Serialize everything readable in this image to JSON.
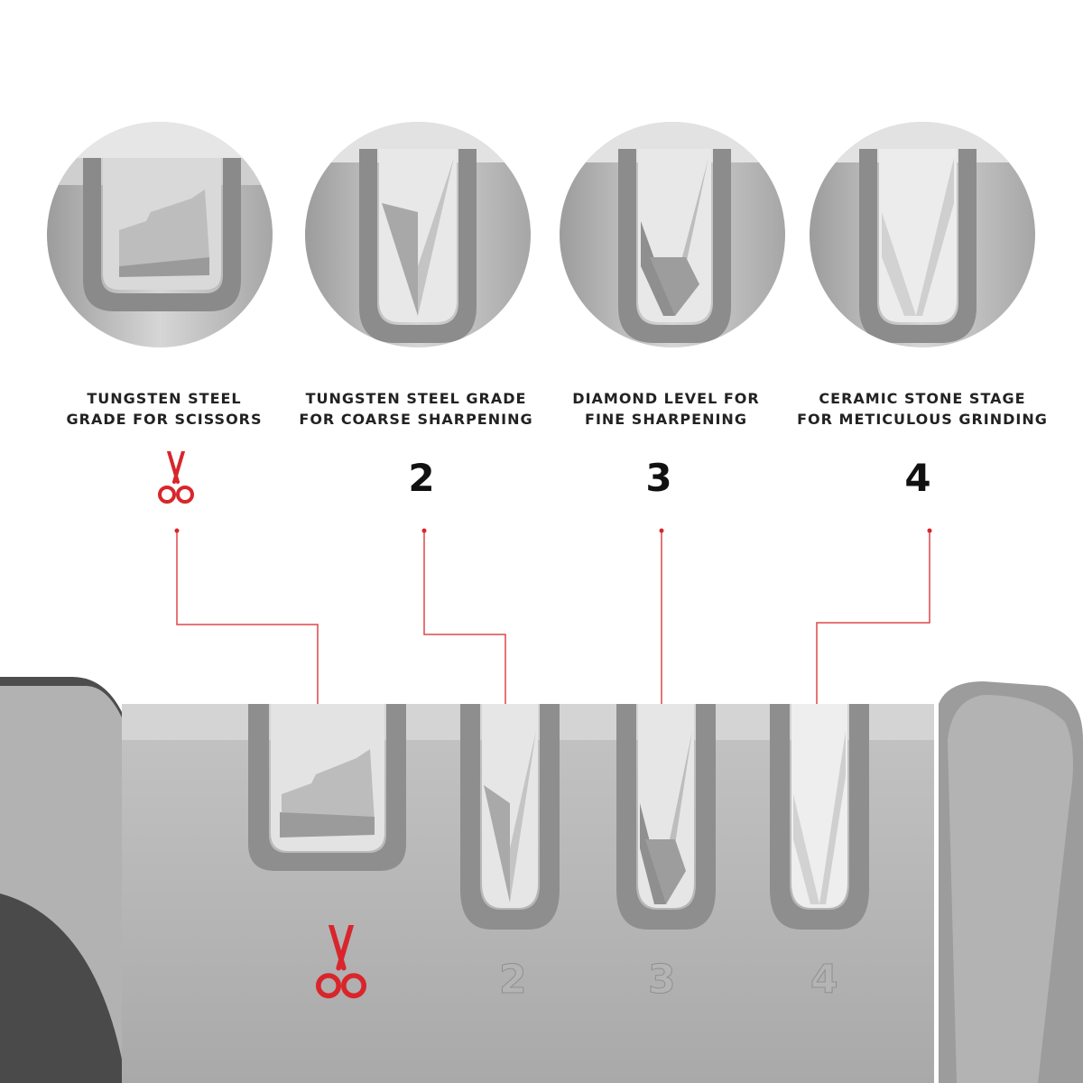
{
  "stages": [
    {
      "id": "scissors",
      "caption_line1": "TUNGSTEN STEEL",
      "caption_line2": "GRADE FOR SCISSORS",
      "marker": "scissors-icon"
    },
    {
      "id": "2",
      "caption_line1": "TUNGSTEN STEEL GRADE",
      "caption_line2": "FOR COARSE SHARPENING",
      "marker": "2"
    },
    {
      "id": "3",
      "caption_line1": "DIAMOND LEVEL FOR",
      "caption_line2": "FINE SHARPENING",
      "marker": "3"
    },
    {
      "id": "4",
      "caption_line1": "CERAMIC STONE STAGE",
      "caption_line2": "FOR METICULOUS GRINDING",
      "marker": "4"
    }
  ],
  "engraved_labels": [
    "2",
    "3",
    "4"
  ],
  "colors": {
    "accent_red": "#d8262c",
    "steel": "#b9b9b9",
    "frame": "#9a9a9a",
    "dark_body": "#4a4a4a"
  }
}
